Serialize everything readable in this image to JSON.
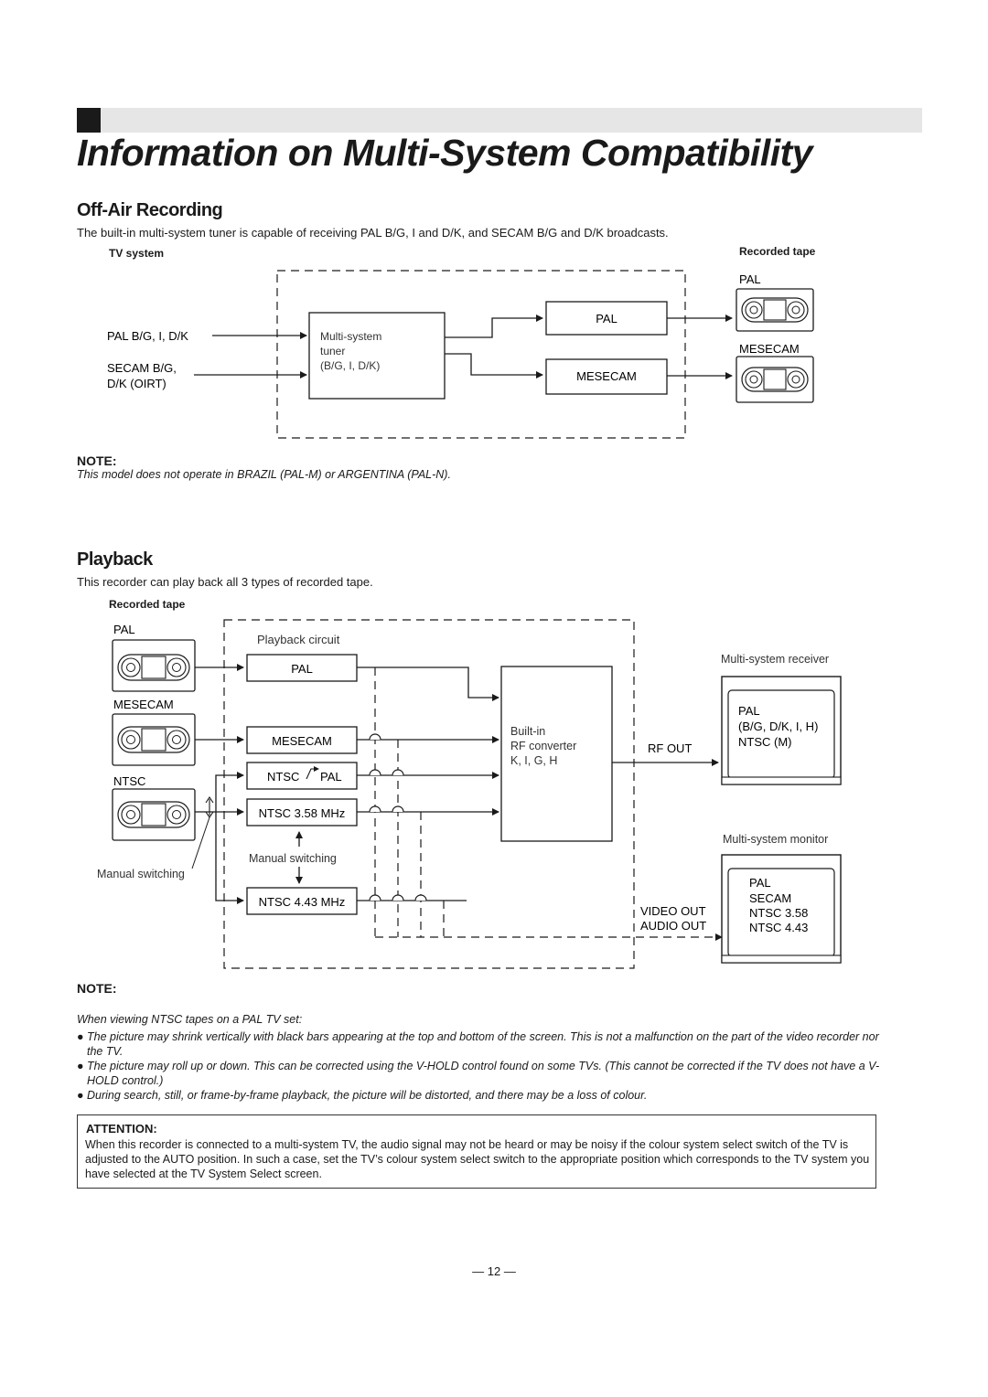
{
  "page": {
    "title": "Information on Multi-System Compatibility",
    "number": "— 12 —"
  },
  "offair": {
    "heading": "Off-Air Recording",
    "intro": "The built-in multi-system tuner is capable of receiving PAL B/G, I and D/K, and SECAM B/G and D/K broadcasts.",
    "col_tv_system": "TV system",
    "col_recorded_tape": "Recorded tape",
    "input_pal": "PAL B/G, I, D/K",
    "input_secam_1": "SECAM B/G,",
    "input_secam_2": "D/K (OIRT)",
    "tuner_1": "Multi-system",
    "tuner_2": "tuner",
    "tuner_3": "(B/G, I, D/K)",
    "out_pal": "PAL",
    "out_mesecam": "MESECAM",
    "tape_pal": "PAL",
    "tape_mesecam": "MESECAM",
    "note_head": "NOTE:",
    "note_text": "This model does not operate in BRAZIL (PAL-M) or ARGENTINA (PAL-N)."
  },
  "playback": {
    "heading": "Playback",
    "intro": "This recorder can play back all 3 types of recorded tape.",
    "col_recorded_tape": "Recorded tape",
    "tape_pal": "PAL",
    "tape_mesecam": "MESECAM",
    "tape_ntsc": "NTSC",
    "manual_switching_left": "Manual switching",
    "circuit_label": "Playback circuit",
    "box_pal": "PAL",
    "box_mesecam": "MESECAM",
    "box_ntsc_a": "NTSC",
    "box_ntsc_b": "PAL",
    "box_ntsc358": "NTSC 3.58 MHz",
    "box_ntsc443": "NTSC 4.43 MHz",
    "manual_switching_mid": "Manual switching",
    "rf_1": "Built-in",
    "rf_2": "RF converter",
    "rf_3": "K, I, G, H",
    "rf_out": "RF OUT",
    "video_out": "VIDEO OUT",
    "audio_out": "AUDIO OUT",
    "receiver_label": "Multi-system receiver",
    "receiver_1": "PAL",
    "receiver_2": "(B/G, D/K, I, H)",
    "receiver_3": "NTSC (M)",
    "monitor_label": "Multi-system monitor",
    "monitor_1": "PAL",
    "monitor_2": "SECAM",
    "monitor_3": "NTSC 3.58",
    "monitor_4": "NTSC 4.43",
    "note_head": "NOTE:",
    "note_lead": "When viewing NTSC tapes on a PAL TV set:",
    "bullet_symbol": "●",
    "bullets": [
      "The picture may shrink vertically with black bars appearing at the top and bottom of the screen. This is not a malfunction on the part of the video recorder nor the TV.",
      "The picture may roll up or down. This can be corrected using the V-HOLD control found on some TVs. (This cannot be corrected if the TV does not have a V-HOLD control.)",
      "During search, still, or frame-by-frame playback, the picture will be distorted, and there may be a loss of colour."
    ]
  },
  "attention": {
    "head": "ATTENTION:",
    "text": "When this recorder is connected to a multi-system TV, the audio signal may not be heard or may be noisy if the colour system select switch of the TV is adjusted to the AUTO position. In such a case, set the TV’s colour system select switch to the appropriate position which corresponds to the TV system you have selected at the TV System Select screen."
  }
}
